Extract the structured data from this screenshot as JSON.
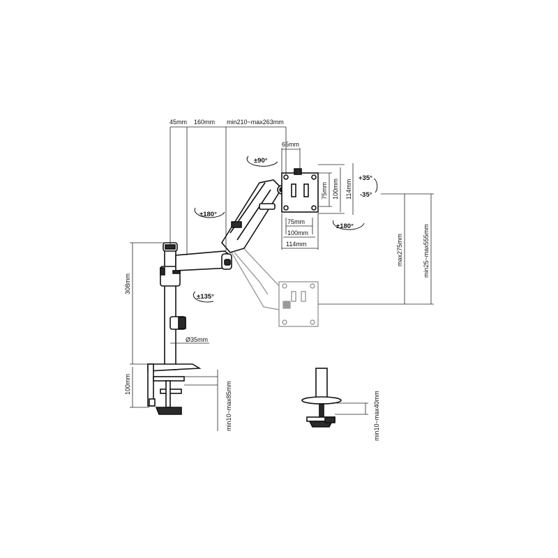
{
  "dimensions": {
    "offset_45": "45mm",
    "arm_160": "160mm",
    "arm_range": "min210~max263mm",
    "plate_offset": "65mm",
    "vesa_75_h": "75mm",
    "vesa_100_h": "100mm",
    "vesa_114_h": "114mm",
    "vesa_75_w": "75mm",
    "vesa_100_w": "100mm",
    "vesa_114_w": "114mm",
    "pole_height": "308mm",
    "pole_diameter": "Ø35mm",
    "clamp_height": "100mm",
    "clamp_range": "min10~max85mm",
    "height_max": "max275mm",
    "height_range": "min25~max555mm",
    "grommet_range": "min10~max40mm"
  },
  "angles": {
    "rotate_90": "±90°",
    "swivel_180_arm": "±180°",
    "swivel_180_head": "±180°",
    "swivel_135": "±135°",
    "tilt_up": "+35°",
    "tilt_down": "-35°"
  }
}
